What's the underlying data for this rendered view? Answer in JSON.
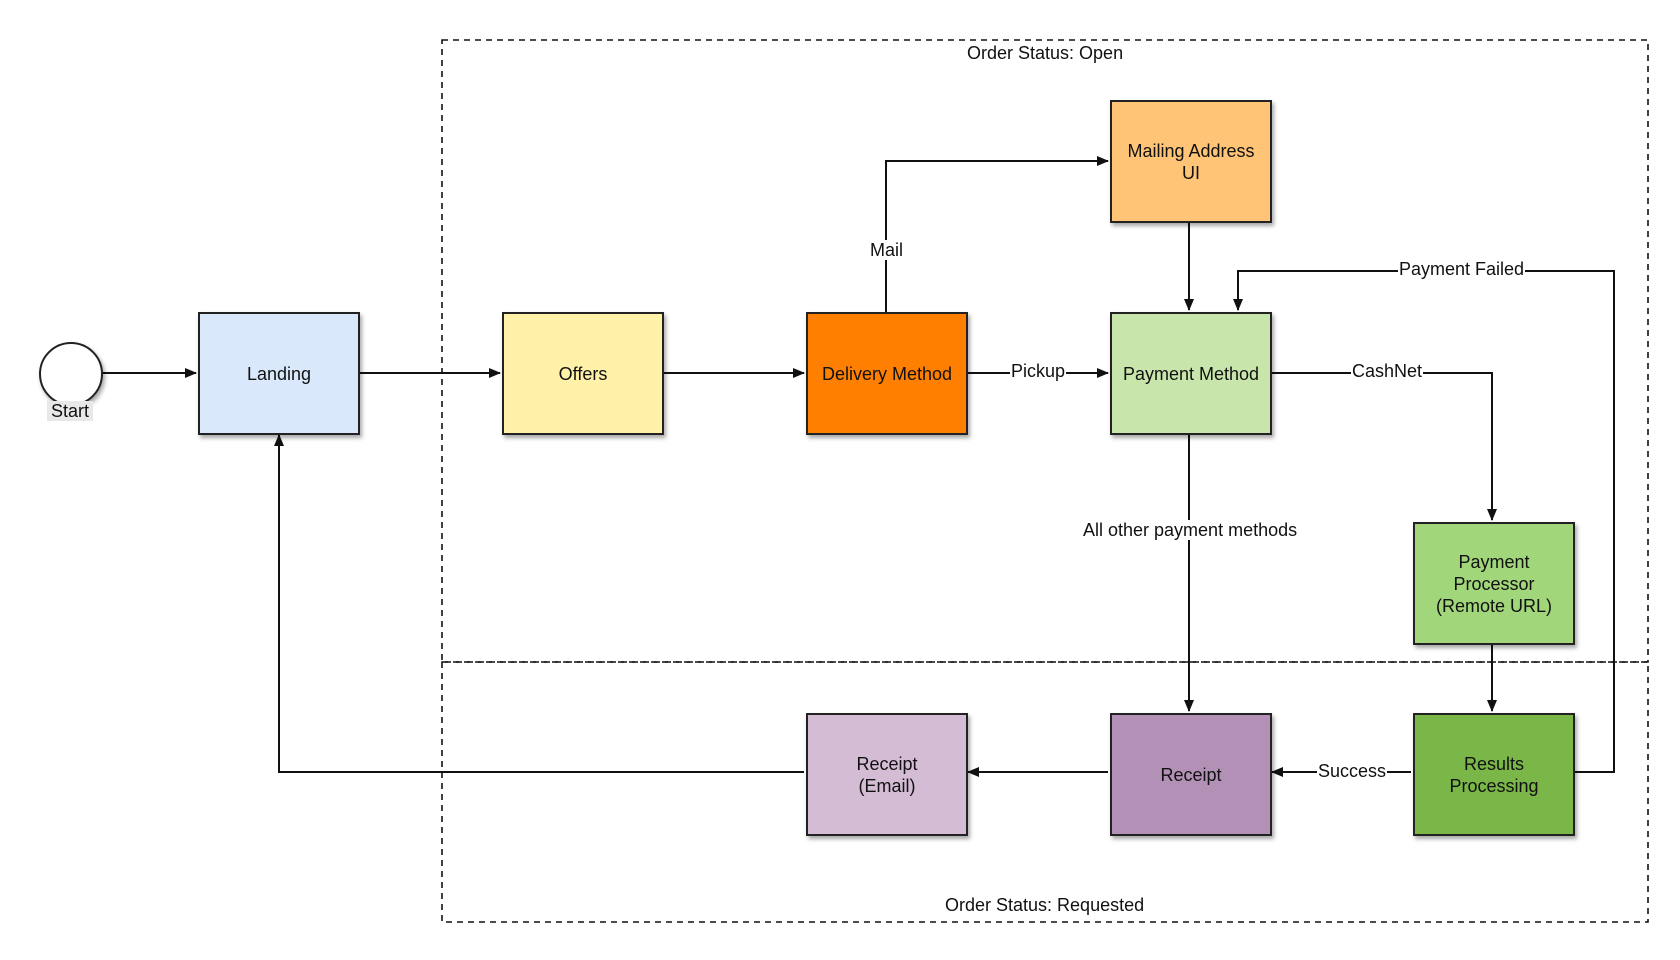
{
  "groups": {
    "open": "Order Status: Open",
    "requested": "Order Status: Requested"
  },
  "start": {
    "label": "Start"
  },
  "nodes": {
    "landing": {
      "label": "Landing",
      "color": "#dae8fc"
    },
    "offers": {
      "label": "Offers",
      "color": "#fff2a8"
    },
    "delivery_method": {
      "label": "Delivery Method",
      "color": "#ff8000"
    },
    "mailing_address": {
      "label": "Mailing Address\nUI",
      "color": "#ffc476"
    },
    "payment_method": {
      "label": "Payment Method",
      "color": "#c8e6ab"
    },
    "payment_processor": {
      "label": "Payment\nProcessor\n(Remote URL)",
      "color": "#a1d77a"
    },
    "results_processing": {
      "label": "Results\nProcessing",
      "color": "#7ab648"
    },
    "receipt": {
      "label": "Receipt",
      "color": "#b390b5"
    },
    "receipt_email": {
      "label": "Receipt\n(Email)",
      "color": "#d4bdd4"
    }
  },
  "edge_labels": {
    "mail": "Mail",
    "pickup": "Pickup",
    "payment_failed": "Payment Failed",
    "cashnet": "CashNet",
    "all_other": "All other payment methods",
    "success": "Success"
  }
}
